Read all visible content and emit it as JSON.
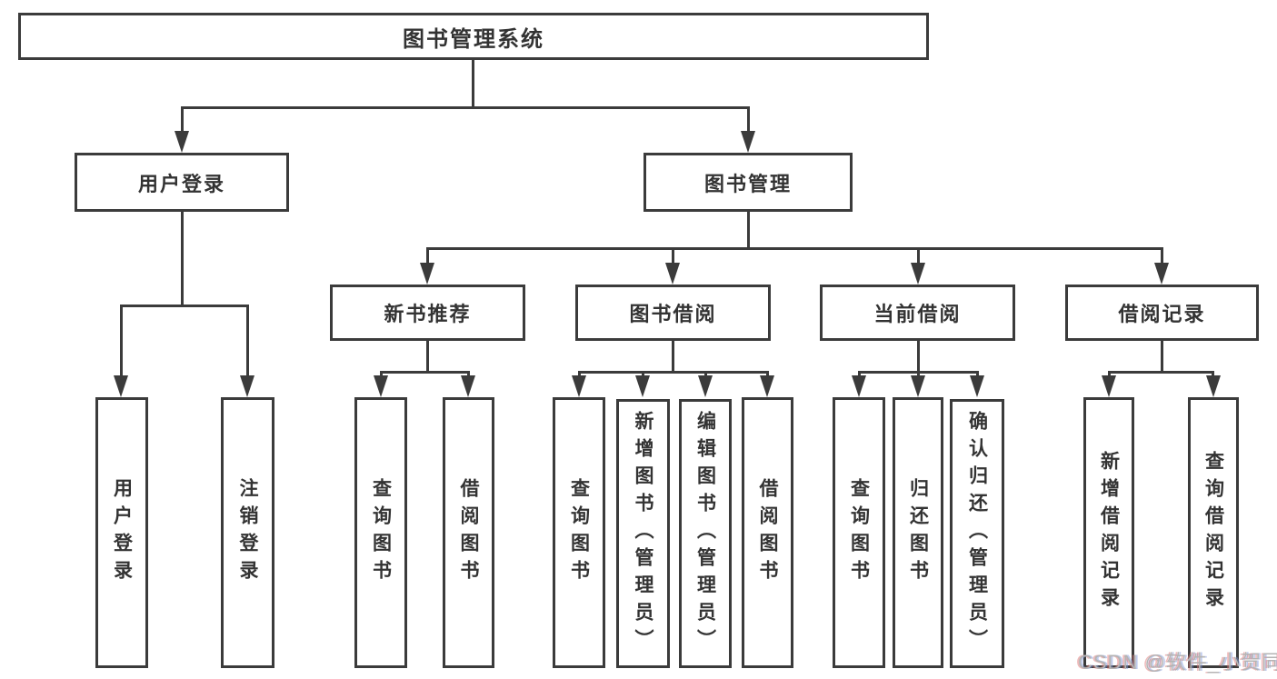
{
  "colors": {
    "line": "#3b3b3b",
    "border": "#3b3b3b",
    "text": "#333333",
    "background": "#ffffff",
    "watermark": "#b4b4b4"
  },
  "tree": {
    "label": "图书管理系统",
    "children": [
      {
        "label": "用户登录",
        "children": [
          {
            "label": "用户登录"
          },
          {
            "label": "注销登录"
          }
        ]
      },
      {
        "label": "图书管理",
        "children": [
          {
            "label": "新书推荐",
            "children": [
              {
                "label": "查询图书"
              },
              {
                "label": "借阅图书"
              }
            ]
          },
          {
            "label": "图书借阅",
            "children": [
              {
                "label": "查询图书"
              },
              {
                "label": "新增图书（管理员）"
              },
              {
                "label": "编辑图书（管理员）"
              },
              {
                "label": "借阅图书"
              }
            ]
          },
          {
            "label": "当前借阅",
            "children": [
              {
                "label": "查询图书"
              },
              {
                "label": "归还图书"
              },
              {
                "label": "确认归还（管理员）"
              }
            ]
          },
          {
            "label": "借阅记录",
            "children": [
              {
                "label": "新增借阅记录"
              },
              {
                "label": "查询借阅记录"
              }
            ]
          }
        ]
      }
    ]
  },
  "watermark": {
    "text": "CSDN @软件_小贺同学"
  }
}
